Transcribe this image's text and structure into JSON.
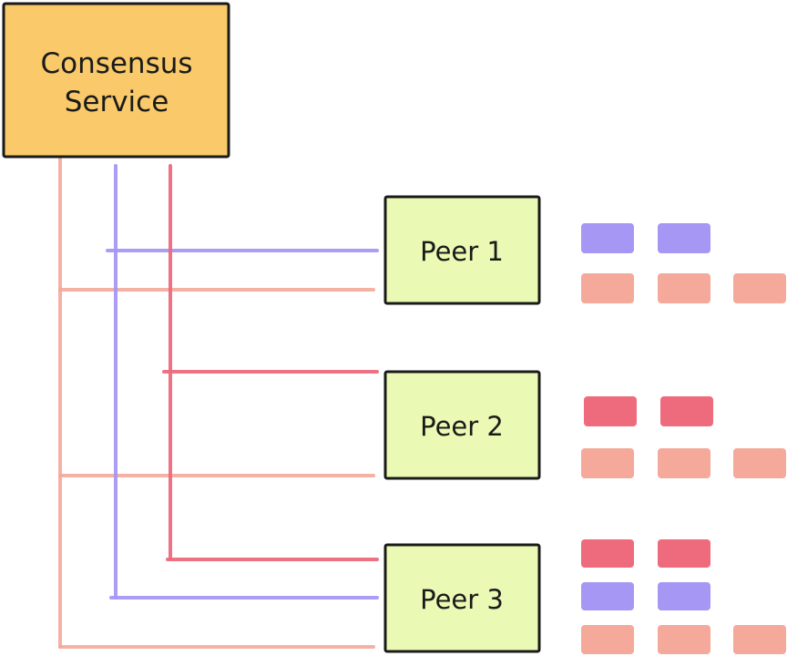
{
  "consensus": {
    "line1": "Consensus",
    "line2": "Service"
  },
  "peers": [
    {
      "label": "Peer 1",
      "blocks": [
        {
          "color": "purple",
          "count": 2
        },
        {
          "color": "salmon",
          "count": 3
        }
      ]
    },
    {
      "label": "Peer 2",
      "blocks": [
        {
          "color": "red",
          "count": 2
        },
        {
          "color": "salmon",
          "count": 3
        }
      ]
    },
    {
      "label": "Peer 3",
      "blocks": [
        {
          "color": "red",
          "count": 2
        },
        {
          "color": "purple",
          "count": 2
        },
        {
          "color": "salmon",
          "count": 3
        }
      ]
    }
  ],
  "channels": [
    {
      "name": "salmon",
      "color": "#F4A99A",
      "connects": [
        "Peer 1",
        "Peer 2",
        "Peer 3"
      ]
    },
    {
      "name": "purple",
      "color": "#A797F5",
      "connects": [
        "Peer 1",
        "Peer 3"
      ]
    },
    {
      "name": "red",
      "color": "#EE6B7D",
      "connects": [
        "Peer 2",
        "Peer 3"
      ]
    }
  ],
  "colors": {
    "consensus_fill": "#F9C96A",
    "peer_fill": "#EAF9B3",
    "purple": "#A797F5",
    "salmon": "#F4A99A",
    "red": "#EE6B7D",
    "stroke": "#1a1a1a"
  }
}
